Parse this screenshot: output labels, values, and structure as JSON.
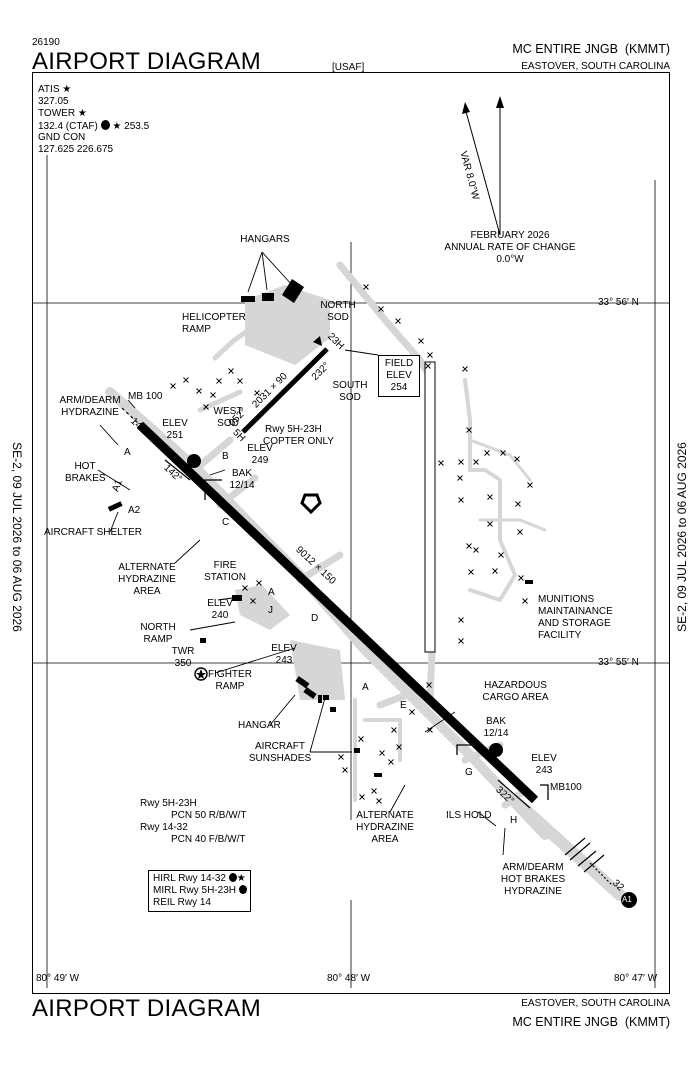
{
  "header": {
    "volume_code": "26190",
    "title": "AIRPORT DIAGRAM",
    "agency": "[USAF]",
    "airport_name": "MC ENTIRE JNGB",
    "icao": "(KMMT)",
    "location": "EASTOVER, SOUTH CAROLINA"
  },
  "footer": {
    "title": "AIRPORT DIAGRAM",
    "location": "EASTOVER, SOUTH CAROLINA",
    "airport_name": "MC ENTIRE JNGB",
    "icao": "(KMMT)"
  },
  "side_validity": "SE-2, 09 JUL 2026  to  06 AUG 2026",
  "frequencies": {
    "atis_label": "ATIS ★",
    "atis_freq": "327.05",
    "tower_label": "TOWER ★",
    "tower_freq": "132.4 (CTAF)",
    "tower_extra": "★ 253.5",
    "gnd_label": "GND CON",
    "gnd_freq": "127.625  226.675"
  },
  "magnetic": {
    "variation": "VAR 8.0°W",
    "date": "FEBRUARY 2026",
    "rate_label": "ANNUAL RATE OF CHANGE",
    "rate": "0.0°W"
  },
  "coordinates": {
    "lat_top": "33° 56′ N",
    "lat_bottom": "33° 55′ N",
    "lon_left": "80° 49′ W",
    "lon_mid": "80° 48′ W",
    "lon_right": "80° 47′ W"
  },
  "runways": {
    "rwy14_label": "14",
    "rwy32_label": "32",
    "rwy14_32_dims": "9012 × 150",
    "hdg_142": "142°",
    "hdg_322": "322°",
    "rwy5h_label": "5H",
    "rwy23h_label": "23H",
    "rwy5h_23h_dims": "2031 × 90",
    "hdg_052": "052°",
    "hdg_232": "232°",
    "copter_note_1": "Rwy 5H-23H",
    "copter_note_2": "COPTER ONLY"
  },
  "labels": {
    "hangars": "HANGARS",
    "helicopter_ramp": "HELICOPTER\nRAMP",
    "north_sod": "NORTH\nSOD",
    "south_sod": "SOUTH\nSOD",
    "west_sod": "WEST\nSOD",
    "field_elev": "FIELD\nELEV\n254",
    "arm_dearm_top": "ARM/DEARM\nHYDRAZINE",
    "mb100_top": "MB 100",
    "elev_251": "ELEV\n251",
    "elev_249": "ELEV\n249",
    "hot_brakes": "HOT\nBRAKES",
    "bak_top": "BAK\n12/14",
    "a2": "A2",
    "aircraft_shelter": "AIRCRAFT SHELTER",
    "alt_hydrazine_w": "ALTERNATE\nHYDRAZINE\nAREA",
    "fire_station": "FIRE\nSTATION",
    "elev_240": "ELEV\n240",
    "north_ramp": "NORTH\nRAMP",
    "twr": "TWR\n350",
    "fighter_ramp": "FIGHTER\nRAMP",
    "elev_243_w": "ELEV\n243",
    "hangar": "HANGAR",
    "aircraft_sunshades": "AIRCRAFT\nSUNSHADES",
    "munitions": "MUNITIONS\nMAINTAINANCE\nAND STORAGE\nFACILITY",
    "hazardous_cargo": "HAZARDOUS\nCARGO AREA",
    "bak_bottom": "BAK\n12/14",
    "elev_243_e": "ELEV\n243",
    "mb100_bottom": "MB100",
    "alt_hydrazine_s": "ALTERNATE\nHYDRAZINE\nAREA",
    "ils_hold": "ILS HOLD",
    "arm_dearm_bottom": "ARM/DEARM\nHOT BRAKES\nHYDRAZINE",
    "a1": "A1"
  },
  "taxiways": [
    "A",
    "B",
    "C",
    "D",
    "E",
    "G",
    "H",
    "J",
    "A1",
    "A",
    "A"
  ],
  "pcn": {
    "l1": "Rwy 5H-23H",
    "l2": "PCN 50 R/B/W/T",
    "l3": "Rwy 14-32",
    "l4": "PCN 40 F/B/W/T"
  },
  "lighting": {
    "l1": "HIRL Rwy 14-32",
    "l2": "MIRL Rwy 5H-23H",
    "l3": "REIL Rwy 14"
  }
}
